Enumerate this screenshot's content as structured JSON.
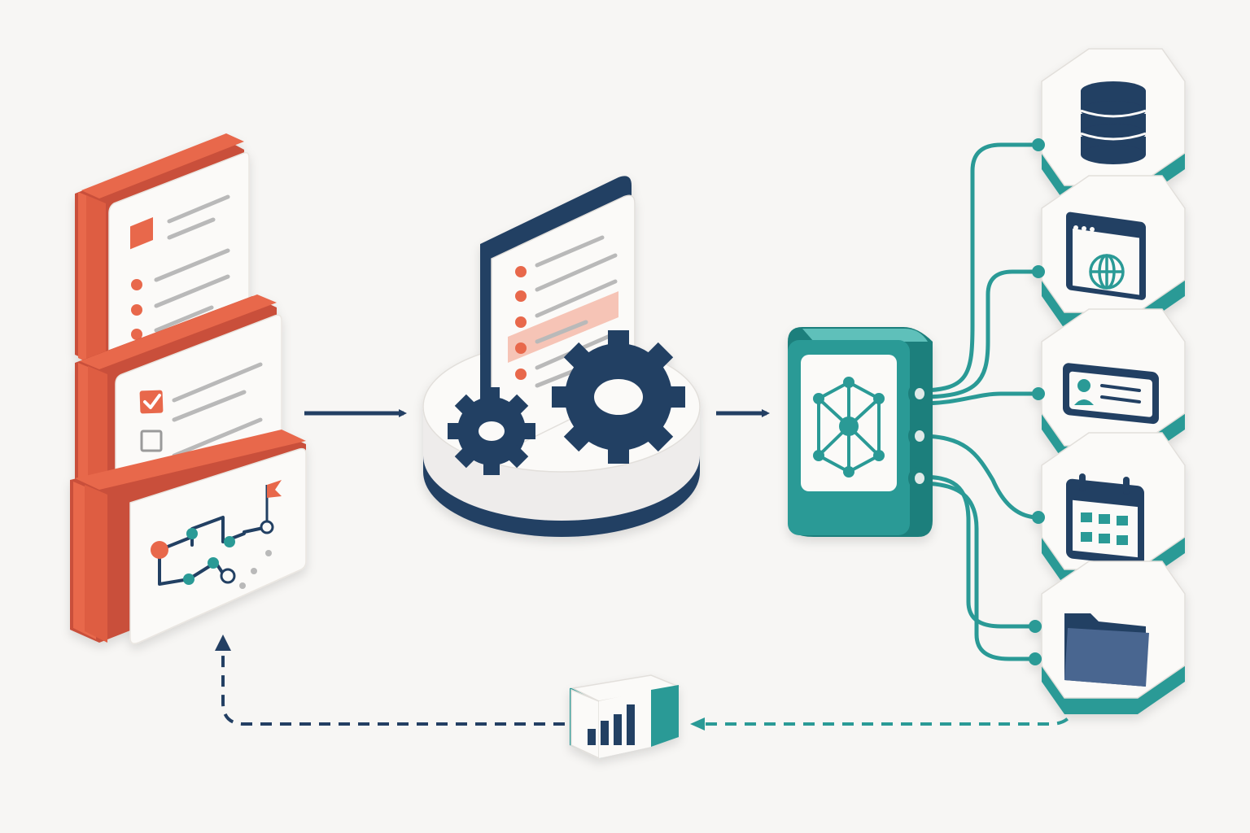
{
  "colors": {
    "background": "#f7f6f4",
    "coral": "#e8684b",
    "coral_dark": "#c9503a",
    "navy": "#233f63",
    "teal": "#2a9a96",
    "teal_dark": "#1f7f7b",
    "card_face": "#fbfaf8",
    "line_gray": "#b9b9b9",
    "highlight": "#f6c4b6"
  },
  "diagram": {
    "input_stack": {
      "cards": [
        "list-card-icon",
        "checklist-card-icon",
        "workflow-map-icon"
      ]
    },
    "processor": {
      "parts": [
        "document-icon",
        "gear-small-icon",
        "gear-large-icon",
        "platform-disc"
      ]
    },
    "hub": {
      "icon": "network-graph-icon",
      "ports": 3
    },
    "integrations": [
      "database-icon",
      "web-browser-icon",
      "id-card-icon",
      "calendar-icon",
      "folder-icon"
    ],
    "feedback": {
      "icon": "bar-chart-icon",
      "style": "dashed"
    }
  }
}
